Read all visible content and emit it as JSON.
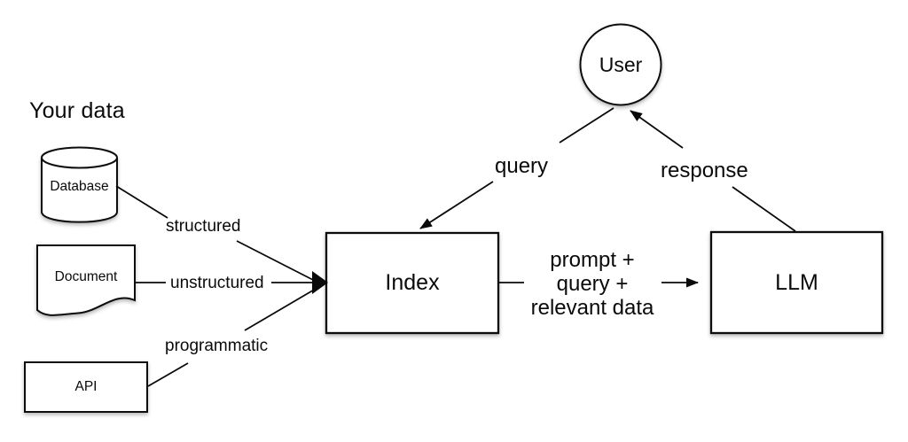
{
  "background": "#ffffff",
  "ink": "#000000",
  "title": {
    "text": "Your data"
  },
  "nodes": {
    "database": {
      "label": "Database",
      "shape": "cylinder"
    },
    "document": {
      "label": "Document",
      "shape": "document"
    },
    "api": {
      "label": "API",
      "shape": "rectangle"
    },
    "index": {
      "label": "Index",
      "shape": "rectangle"
    },
    "llm": {
      "label": "LLM",
      "shape": "rectangle"
    },
    "user": {
      "label": "User",
      "shape": "circle"
    }
  },
  "edges": {
    "structured": {
      "label": "structured",
      "from": "database",
      "to": "index"
    },
    "unstructured": {
      "label": "unstructured",
      "from": "document",
      "to": "index"
    },
    "programmatic": {
      "label": "programmatic",
      "from": "api",
      "to": "index"
    },
    "prompt": {
      "label": "prompt +\nquery +\nrelevant data",
      "from": "index",
      "to": "llm"
    },
    "query": {
      "label": "query",
      "from": "user",
      "to": "index"
    },
    "response": {
      "label": "response",
      "from": "llm",
      "to": "user"
    }
  }
}
